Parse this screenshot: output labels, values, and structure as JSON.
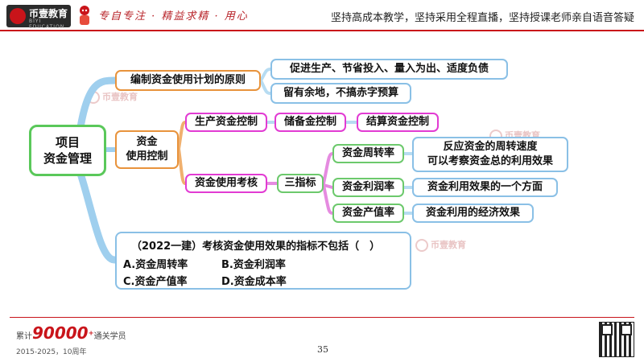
{
  "header": {
    "logo_text": "币壹教育",
    "logo_sub": "BIYI EDUCATION",
    "slogan_script": "专自专注 · 精益求精 · 用心",
    "tagline": "坚持高成本教学，坚持采用全程直播，坚持授课老师亲自语音答疑"
  },
  "watermark": "币壹教育",
  "mindmap": {
    "root": [
      "项目",
      "资金管理"
    ],
    "principle": {
      "label": "编制资金使用计划的原则",
      "items": [
        "促进生产、节省投入、量入为出、适度负债",
        "留有余地，不搞赤字预算"
      ]
    },
    "control": {
      "label": [
        "资金",
        "使用控制"
      ],
      "chain": [
        "生产资金控制",
        "储备金控制",
        "结算资金控制"
      ]
    },
    "assessment": {
      "label": "资金使用考核",
      "three": "三指标",
      "indicators": [
        {
          "name": "资金周转率",
          "desc": [
            "反应资金的周转速度",
            "可以考察资金总的利用效果"
          ]
        },
        {
          "name": "资金利润率",
          "desc": [
            "资金利用效果的一个方面"
          ]
        },
        {
          "name": "资金产值率",
          "desc": [
            "资金利用的经济效果"
          ]
        }
      ]
    }
  },
  "question": {
    "title": "（2022一建）考核资金使用效果的指标不包括（　）",
    "options": [
      "A.资金周转率",
      "B.资金利润率",
      "C.资金产值率",
      "D.资金成本率"
    ]
  },
  "footer": {
    "prefix": "累计",
    "count": "90000",
    "plus": "+",
    "suffix": "通关学员",
    "years": "2015-2025，10周年"
  },
  "page_number": "35",
  "colors": {
    "brand": "#c9141a",
    "root": "#5ac85a",
    "orange": "#e8933c",
    "pink": "#e23bd3",
    "blue": "#8ac0e6"
  }
}
